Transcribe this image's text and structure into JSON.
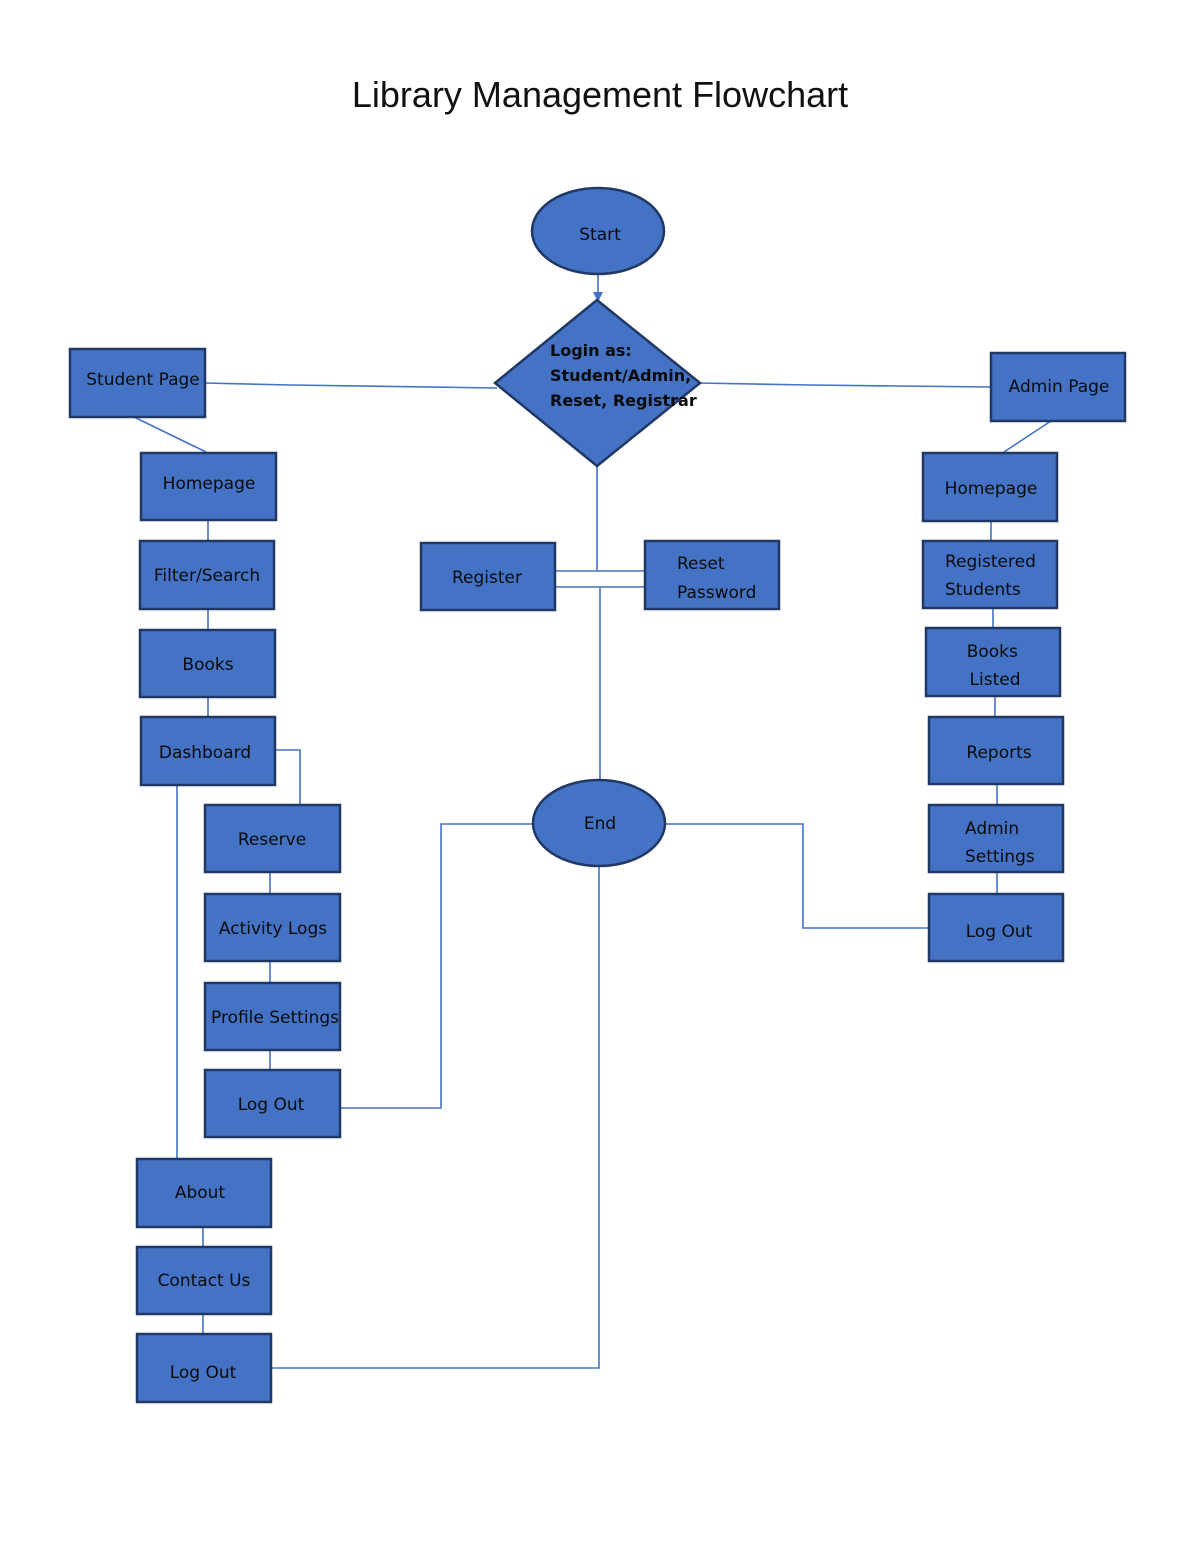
{
  "title": "Library Management Flowchart",
  "colors": {
    "shape_fill": "#4472C4",
    "shape_border": "#203864",
    "connector": "#4472C4"
  },
  "nodes": {
    "start": "Start",
    "login": [
      "Login as:",
      "Student/Admin,",
      "Reset, Registrar"
    ],
    "register": "Register",
    "reset_password": [
      "Reset",
      "Password"
    ],
    "end": "End",
    "student_page": "Student Page",
    "student_homepage": "Homepage",
    "filter_search": "Filter/Search",
    "books": "Books",
    "dashboard": "Dashboard",
    "reserve": "Reserve",
    "activity_logs": "Activity Logs",
    "profile_settings": "Profile Settings",
    "dashboard_log_out": "Log Out",
    "about": "About",
    "contact_us": "Contact Us",
    "student_log_out": "Log Out",
    "admin_page": "Admin Page",
    "admin_homepage": "Homepage",
    "registered_students": [
      "Registered",
      "Students"
    ],
    "books_listed": [
      "Books",
      "Listed"
    ],
    "reports": "Reports",
    "admin_settings": [
      "Admin",
      "Settings"
    ],
    "admin_log_out": "Log Out"
  }
}
